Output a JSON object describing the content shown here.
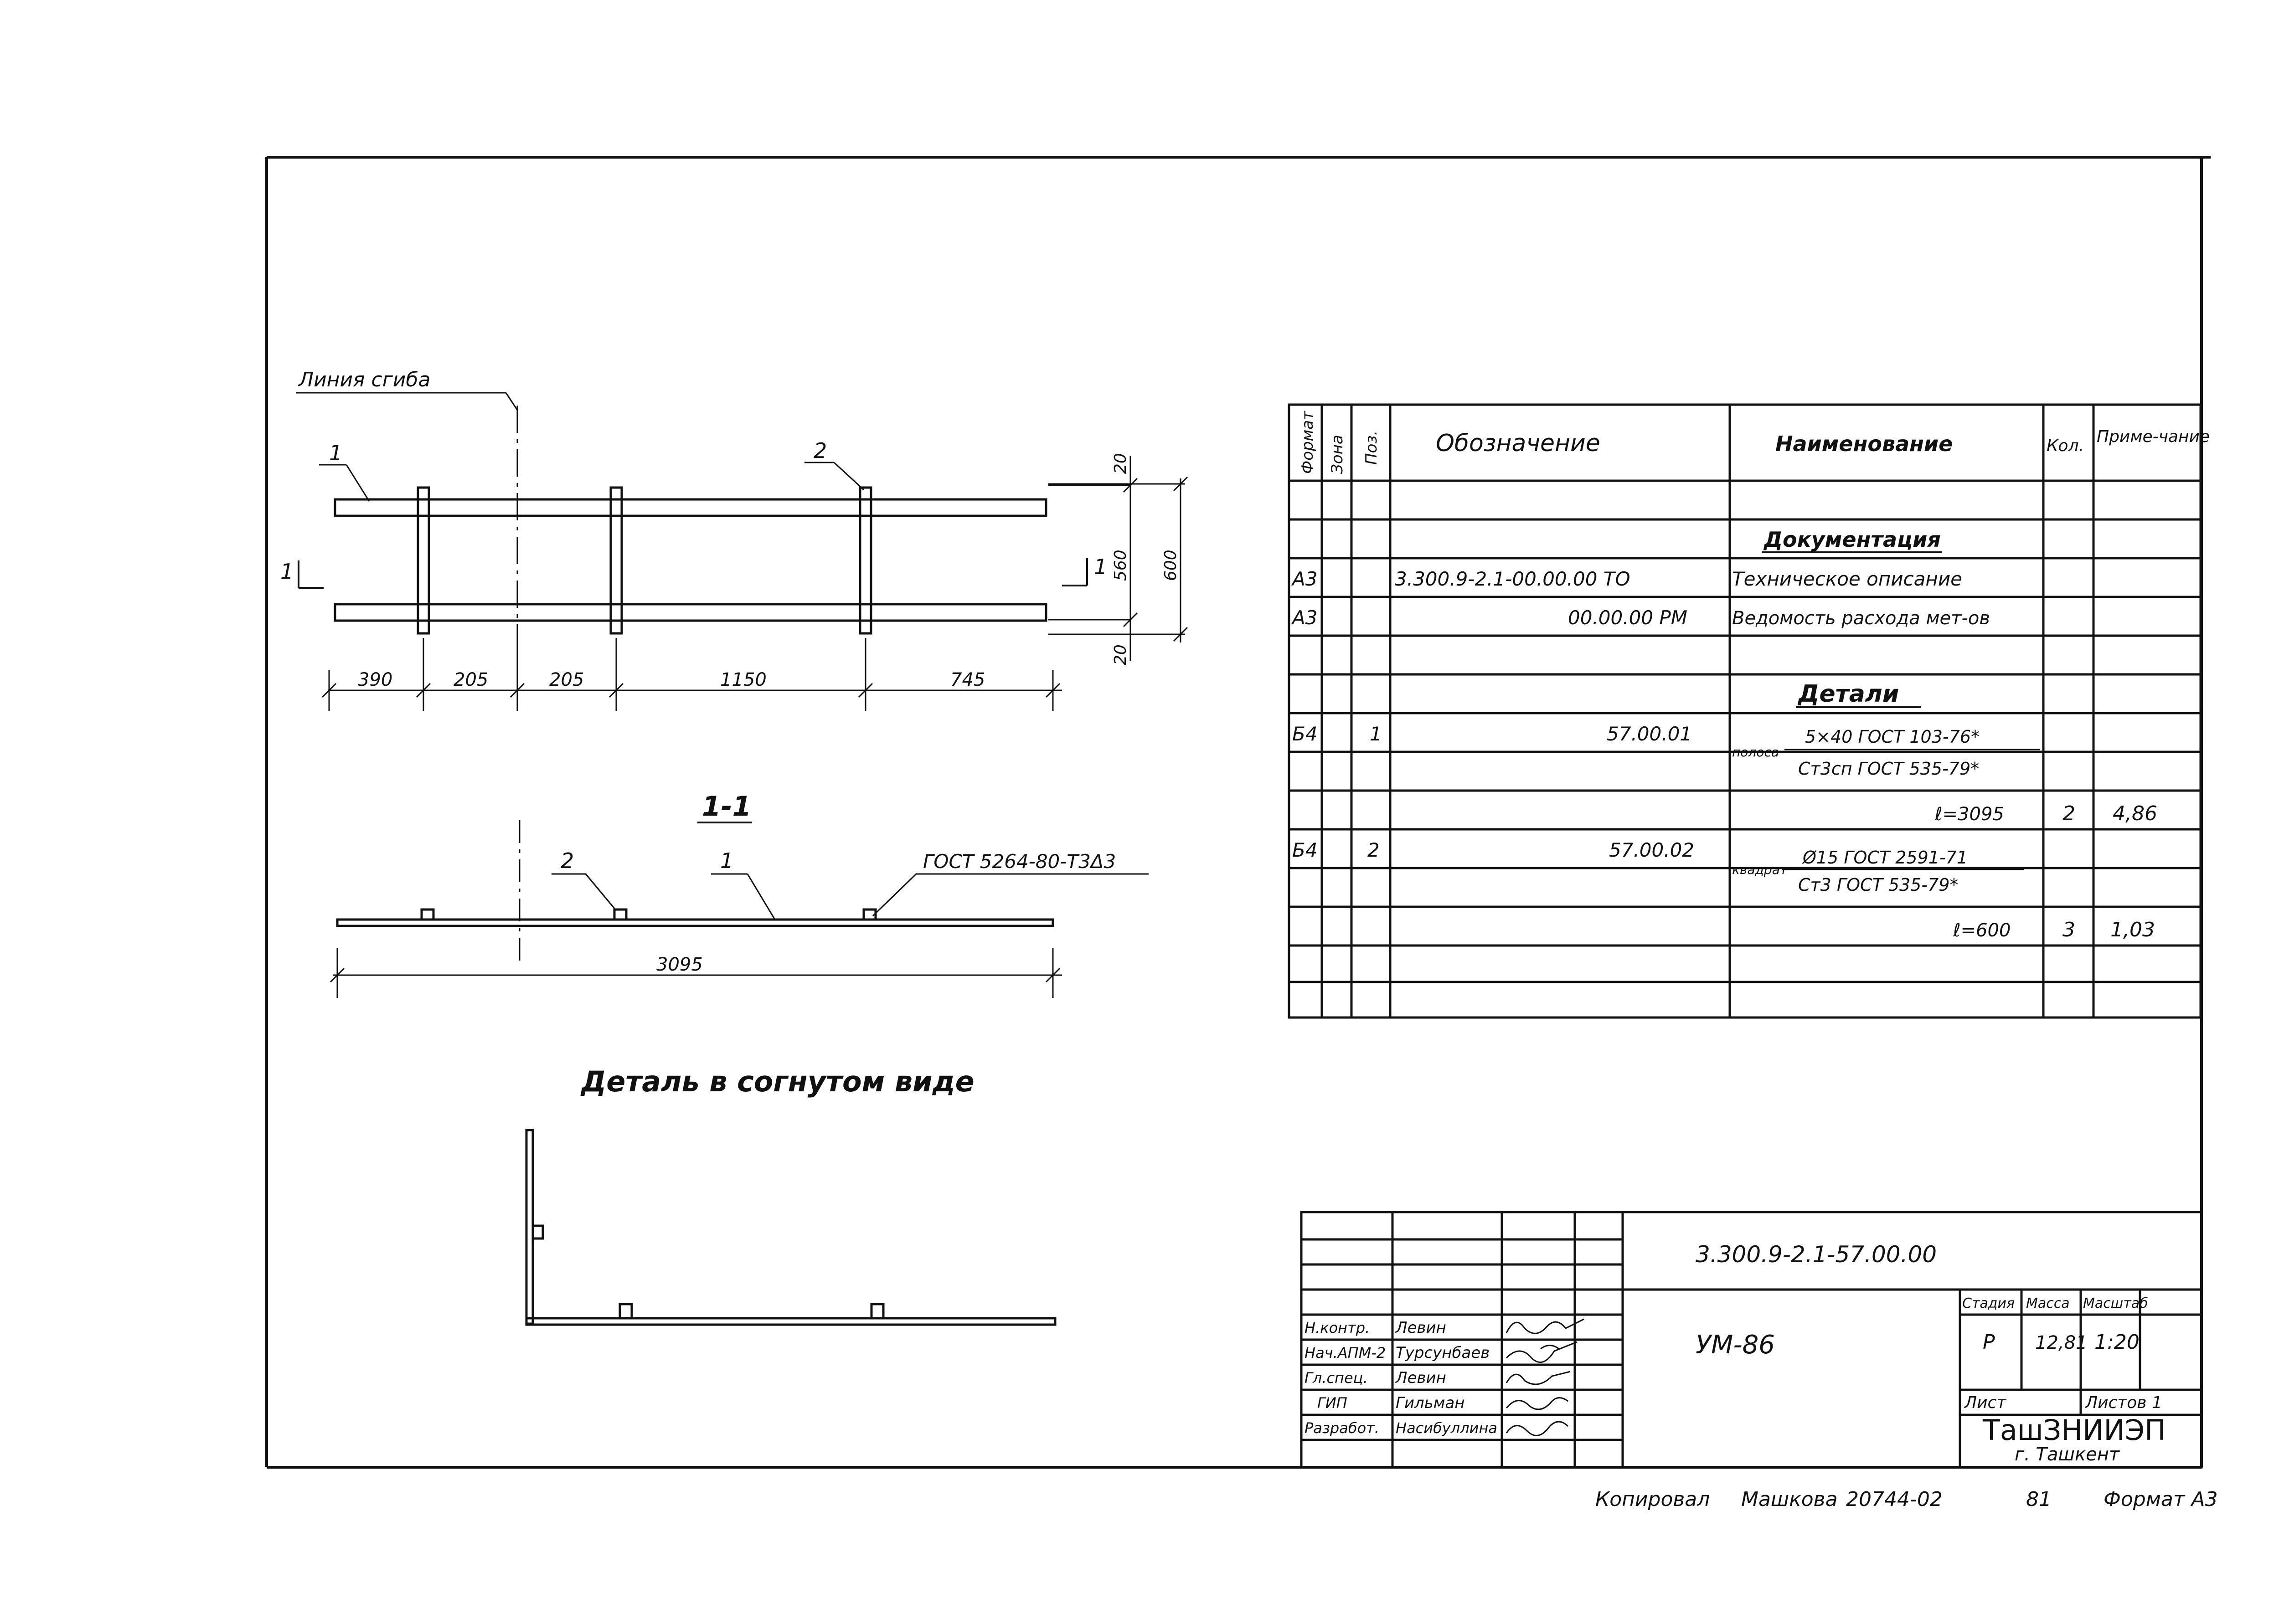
{
  "drawing": {
    "bend_line_label": "Линия сгиба",
    "section_mark": "1",
    "pos_labels": [
      "1",
      "2"
    ],
    "dims_right": [
      "20",
      "560",
      "600",
      "20"
    ],
    "dims_bottom": [
      "390",
      "205",
      "205",
      "1150",
      "745"
    ],
    "section_title": "1-1",
    "gost_note": "ГОСТ 5264-80-Т3Δ3",
    "section_dim": "3095",
    "bent_title": "Деталь в согнутом виде"
  },
  "spec": {
    "headers": {
      "format": "Формат",
      "zone": "Зона",
      "pos": "Поз.",
      "designation": "Обозначение",
      "name": "Наименование",
      "qty": "Кол.",
      "note": "Приме-чание"
    },
    "section_docs": "Документация",
    "section_details": "Детали",
    "rows": [
      {
        "format": "А3",
        "designation": "3.300.9-2.1-00.00.00 ТО",
        "name": "Техническое описание"
      },
      {
        "format": "А3",
        "designation": "00.00.00 РМ",
        "name": "Ведомость расхода мет-ов"
      },
      {
        "format": "Б4",
        "pos": "1",
        "designation": "57.00.01",
        "name_prefix": "полоса",
        "name_top": "5×40 ГОСТ 103-76*",
        "name_bottom": "Ст3сп ГОСТ 535-79*"
      },
      {
        "name": "ℓ=3095",
        "qty": "2",
        "note": "4,86"
      },
      {
        "format": "Б4",
        "pos": "2",
        "designation": "57.00.02",
        "name_prefix": "квадрат",
        "name_top": "Ø15 ГОСТ 2591-71",
        "name_bottom": "Ст3 ГОСТ 535-79*"
      },
      {
        "name": "ℓ=600",
        "qty": "3",
        "note": "1,03"
      }
    ]
  },
  "title_block": {
    "doc_code": "3.300.9-2.1-57.00.00",
    "item_name": "УМ-86",
    "stage_label": "Стадия",
    "mass_label": "Масса",
    "scale_label": "Масштаб",
    "stage": "Р",
    "mass": "12,81",
    "scale": "1:20",
    "sheet_label": "Лист",
    "sheets_label": "Листов 1",
    "org": "ТашЗНИИЭП",
    "city": "г. Ташкент",
    "roles": [
      "Н.контр.",
      "Нач.АПМ-2",
      "Гл.спец.",
      "ГИП",
      "Разработ."
    ],
    "names": [
      "Левин",
      "Турсунбаев",
      "Левин",
      "Гильман",
      "Насибуллина"
    ]
  },
  "footer": {
    "copied": "Копировал",
    "copier": "Машкова",
    "number": "20744-02",
    "page": "81",
    "format": "Формат А3"
  }
}
